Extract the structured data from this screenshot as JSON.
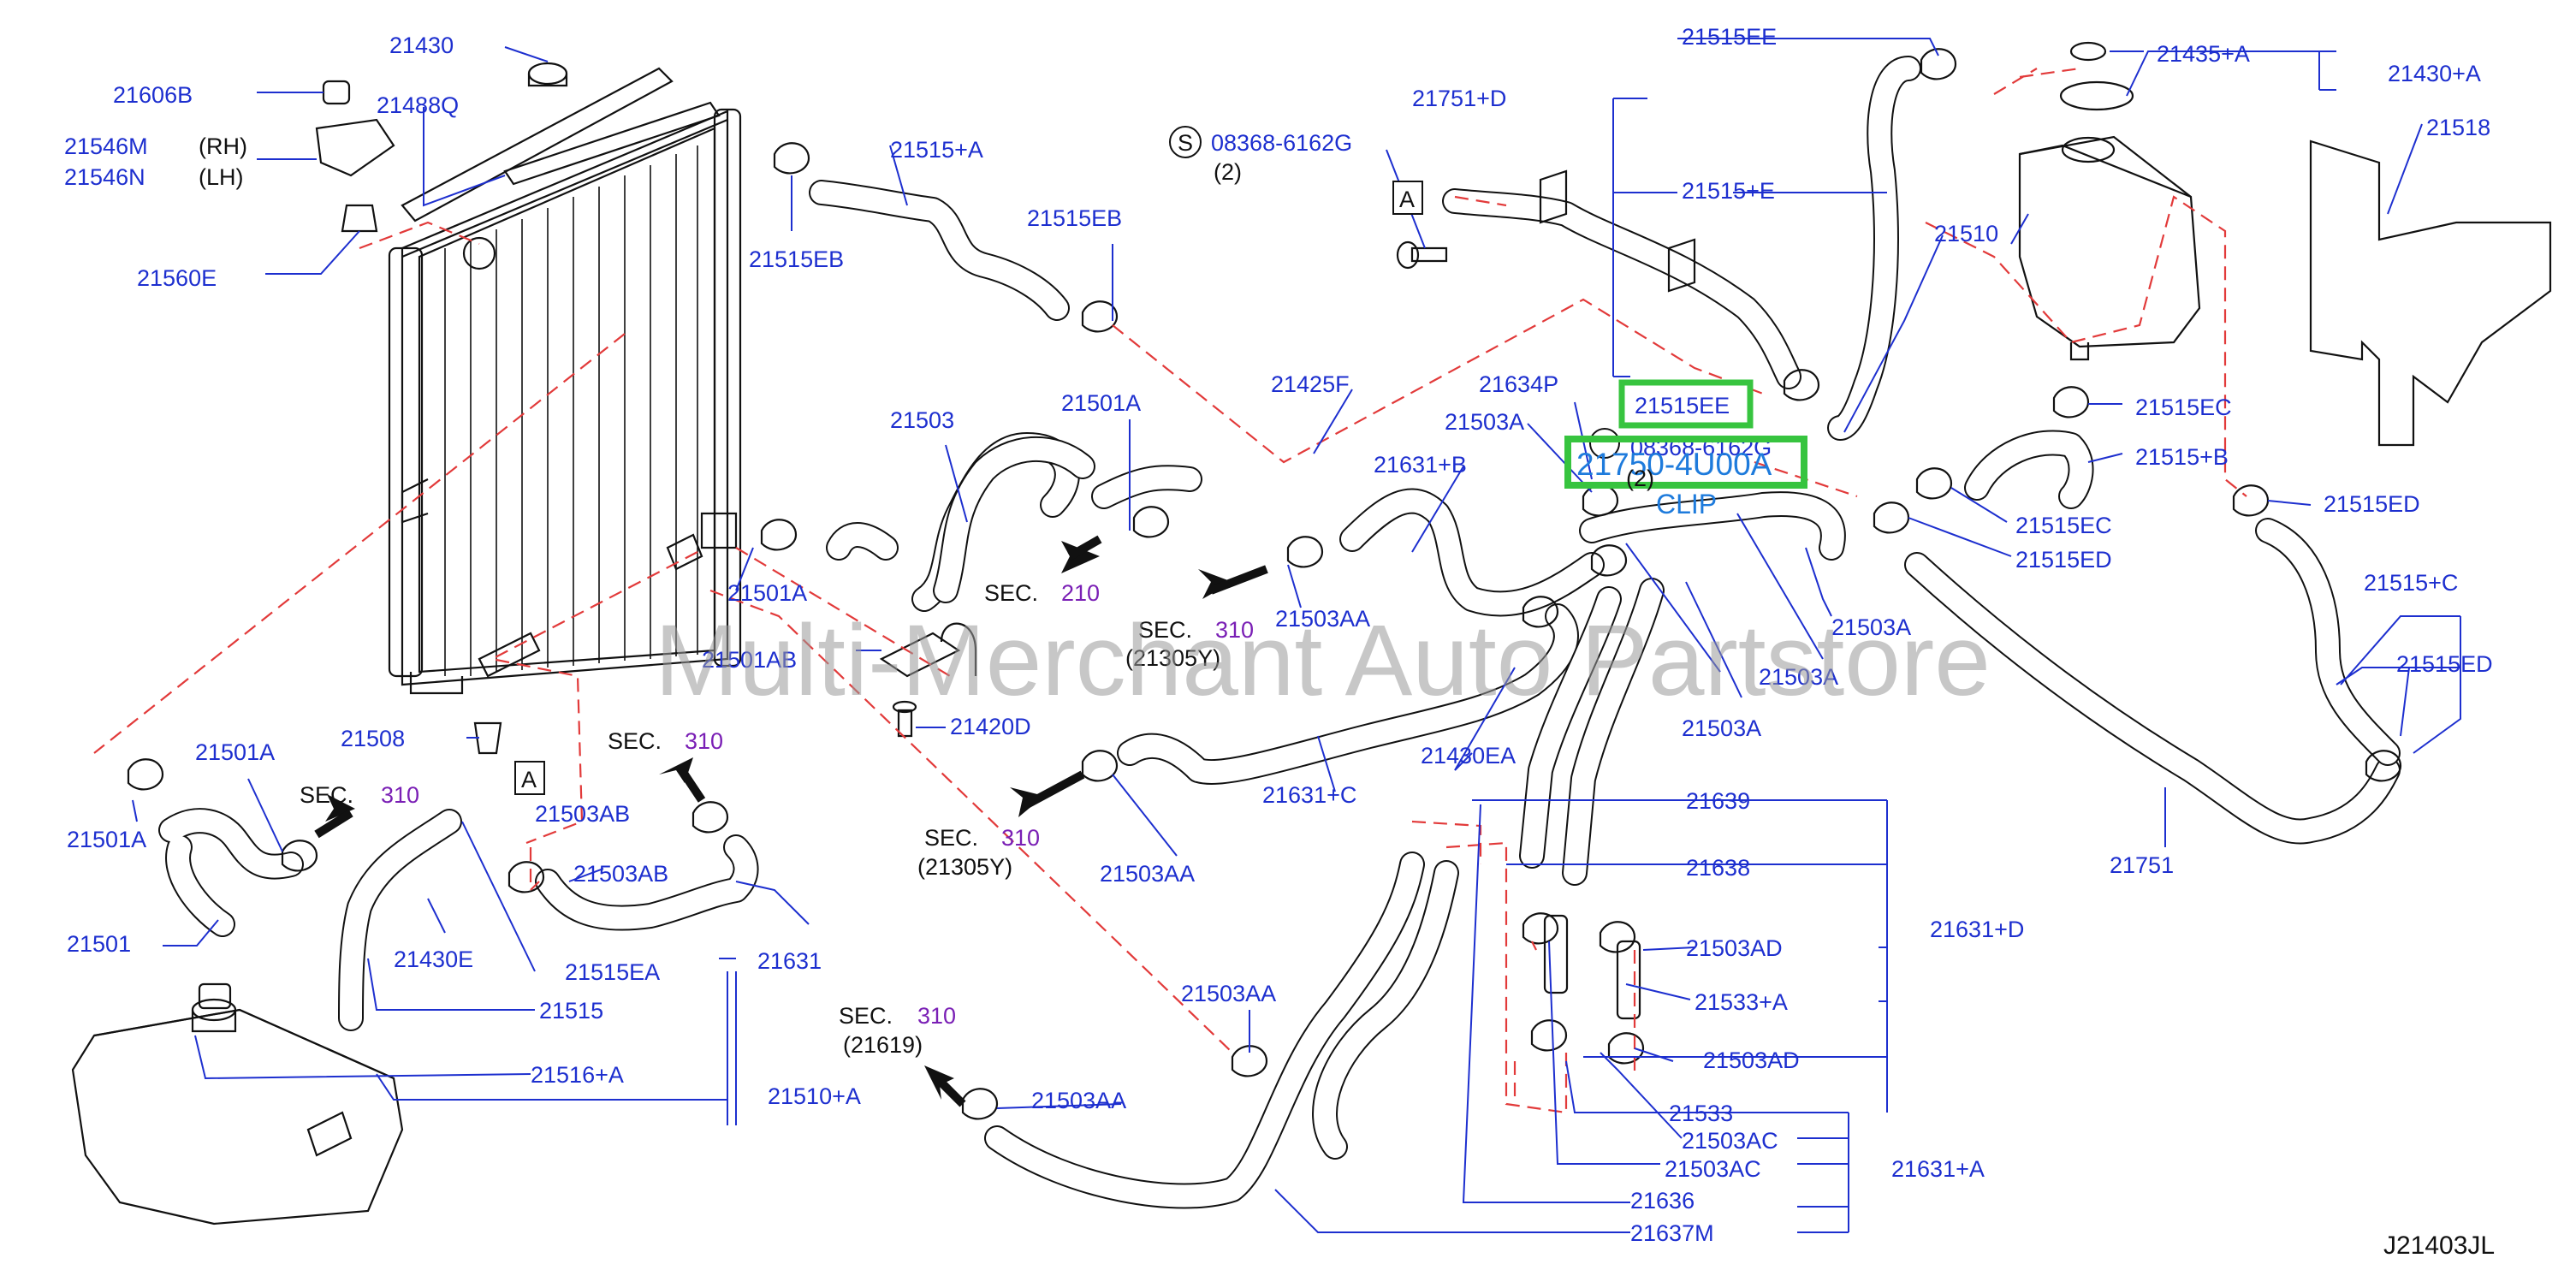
{
  "watermark": "Multi-Merchant Auto Partstore",
  "diagram_code": "J21403JL",
  "highlight": {
    "box1_label": "21515EE",
    "box2_label": "21750-4U00A",
    "clip_label": "CLIP",
    "overlap_label": "08368-6162G",
    "overlap_qty": "(2)",
    "color": "#37c43f"
  },
  "labels": {
    "l21430": "21430",
    "l21606B": "21606B",
    "l21488Q": "21488Q",
    "l21546M": "21546M",
    "l21546N": "21546N",
    "rh": "(RH)",
    "lh": "(LH)",
    "l21560E": "21560E",
    "l21515A": "21515+A",
    "l21515EB": "21515EB",
    "l21503": "21503",
    "l21501A_top": "21501A",
    "l21501A_mid": "21501A",
    "l21501AB": "21501AB",
    "l21420D": "21420D",
    "l21508": "21508",
    "l21501A_left": "21501A",
    "l21501A_left2": "21501A",
    "l21501": "21501",
    "l21503AB_a": "21503AB",
    "l21503AB_b": "21503AB",
    "l21430E": "21430E",
    "l21515EA": "21515EA",
    "l21515": "21515",
    "l21516A": "21516+A",
    "l21510A": "21510+A",
    "l21631": "21631",
    "l21425F": "21425F",
    "l21634P": "21634P",
    "l21503A_1": "21503A",
    "l21631B": "21631+B",
    "l21503AA_1": "21503AA",
    "l21430EA": "21430EA",
    "l21631C": "21631+C",
    "l21503AA_2": "21503AA",
    "l21503AA_3": "21503AA",
    "l21503AA_4": "21503AA",
    "s_part": "08368-6162G",
    "s_qty": "(2)",
    "l21751D": "21751+D",
    "l21515EE_top": "21515EE",
    "l21515E": "21515+E",
    "l21503A_2": "21503A",
    "l21503A_3": "21503A",
    "l21503A_4": "21503A",
    "l21639": "21639",
    "l21638": "21638",
    "l21631D": "21631+D",
    "l21503AD_1": "21503AD",
    "l21533A": "21533+A",
    "l21503AD_2": "21503AD",
    "l21533": "21533",
    "l21503AC_1": "21503AC",
    "l21503AC_2": "21503AC",
    "l21631A": "21631+A",
    "l21636": "21636",
    "l21637M": "21637M",
    "l21435A": "21435+A",
    "l21430A": "21430+A",
    "l21518": "21518",
    "l21510": "21510",
    "l21515EC_1": "21515EC",
    "l21515B": "21515+B",
    "l21515EC_2": "21515EC",
    "l21515ED_1": "21515ED",
    "l21515ED_2": "21515ED",
    "l21515C": "21515+C",
    "l21515ED_3": "21515ED",
    "l21751": "21751",
    "refA": "A"
  },
  "sec": {
    "prefix": "SEC.",
    "s210": "210",
    "s310": "310",
    "sub21305Y": "(21305Y)",
    "sub21619": "(21619)"
  }
}
